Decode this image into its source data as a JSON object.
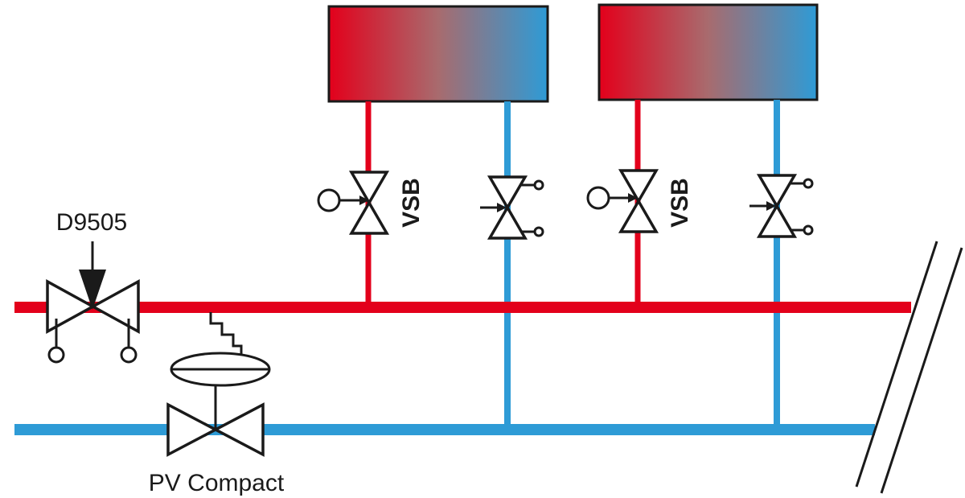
{
  "colors": {
    "supply": "#e3001b",
    "return": "#2e9bd6",
    "ink": "#1a1a1a"
  },
  "labels": {
    "balancing_valve": "D9505",
    "differential_regulator": "PV Compact",
    "radiator_1_valve": "VSB",
    "radiator_2_valve": "VSB"
  },
  "icons": {
    "radiator": "radiator-gradient-icon",
    "two_way_valve": "valve-bowtie-icon",
    "handwheel": "handwheel-circle-icon",
    "diaphragm_actuator": "diaphragm-actuator-icon",
    "impulse_tube": "impulse-tube-icon",
    "pipe_break": "pipe-break-icon"
  }
}
